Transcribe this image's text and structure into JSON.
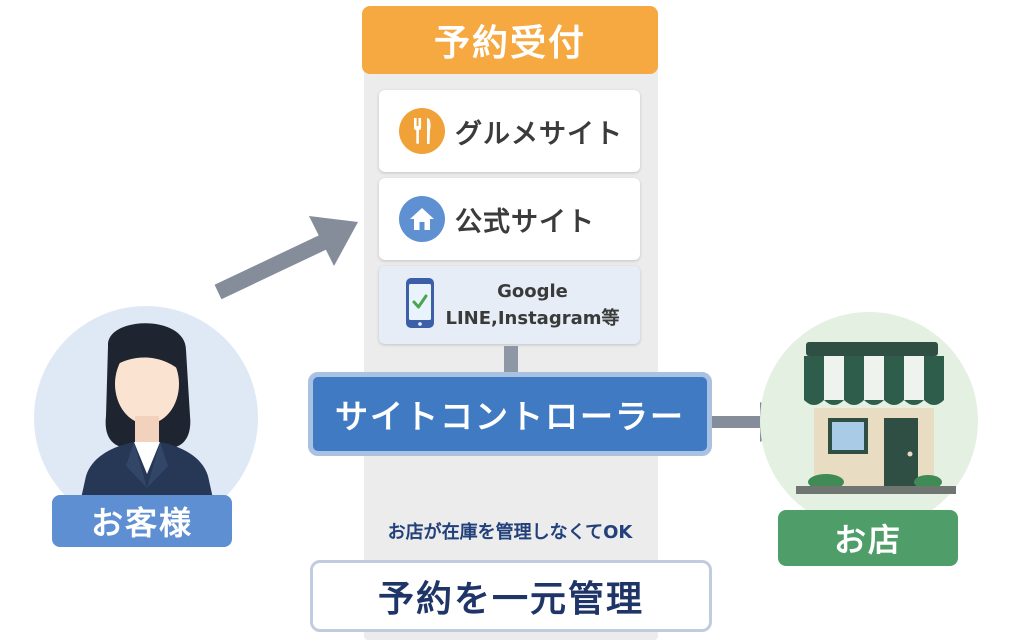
{
  "header": {
    "title": "予約受付"
  },
  "channels": [
    {
      "label": "グルメサイト",
      "icon": "fork-knife-icon"
    },
    {
      "label": "公式サイト",
      "icon": "house-icon"
    },
    {
      "label_line1": "Google",
      "label_line2": "LINE,Instagram等",
      "icon": "smartphone-check-icon"
    }
  ],
  "controller": {
    "label": "サイトコントローラー"
  },
  "customer": {
    "label": "お客様",
    "icon": "woman-avatar-icon"
  },
  "shop": {
    "label": "お店",
    "icon": "storefront-icon"
  },
  "note": "お店が在庫を管理しなくてOK",
  "summary": "予約を一元管理",
  "colors": {
    "header_orange": "#f5a940",
    "controller_blue": "#3f7ac2",
    "customer_blue": "#5e8fd3",
    "shop_green": "#4f9e6a",
    "arrow_gray": "#858d9b"
  }
}
